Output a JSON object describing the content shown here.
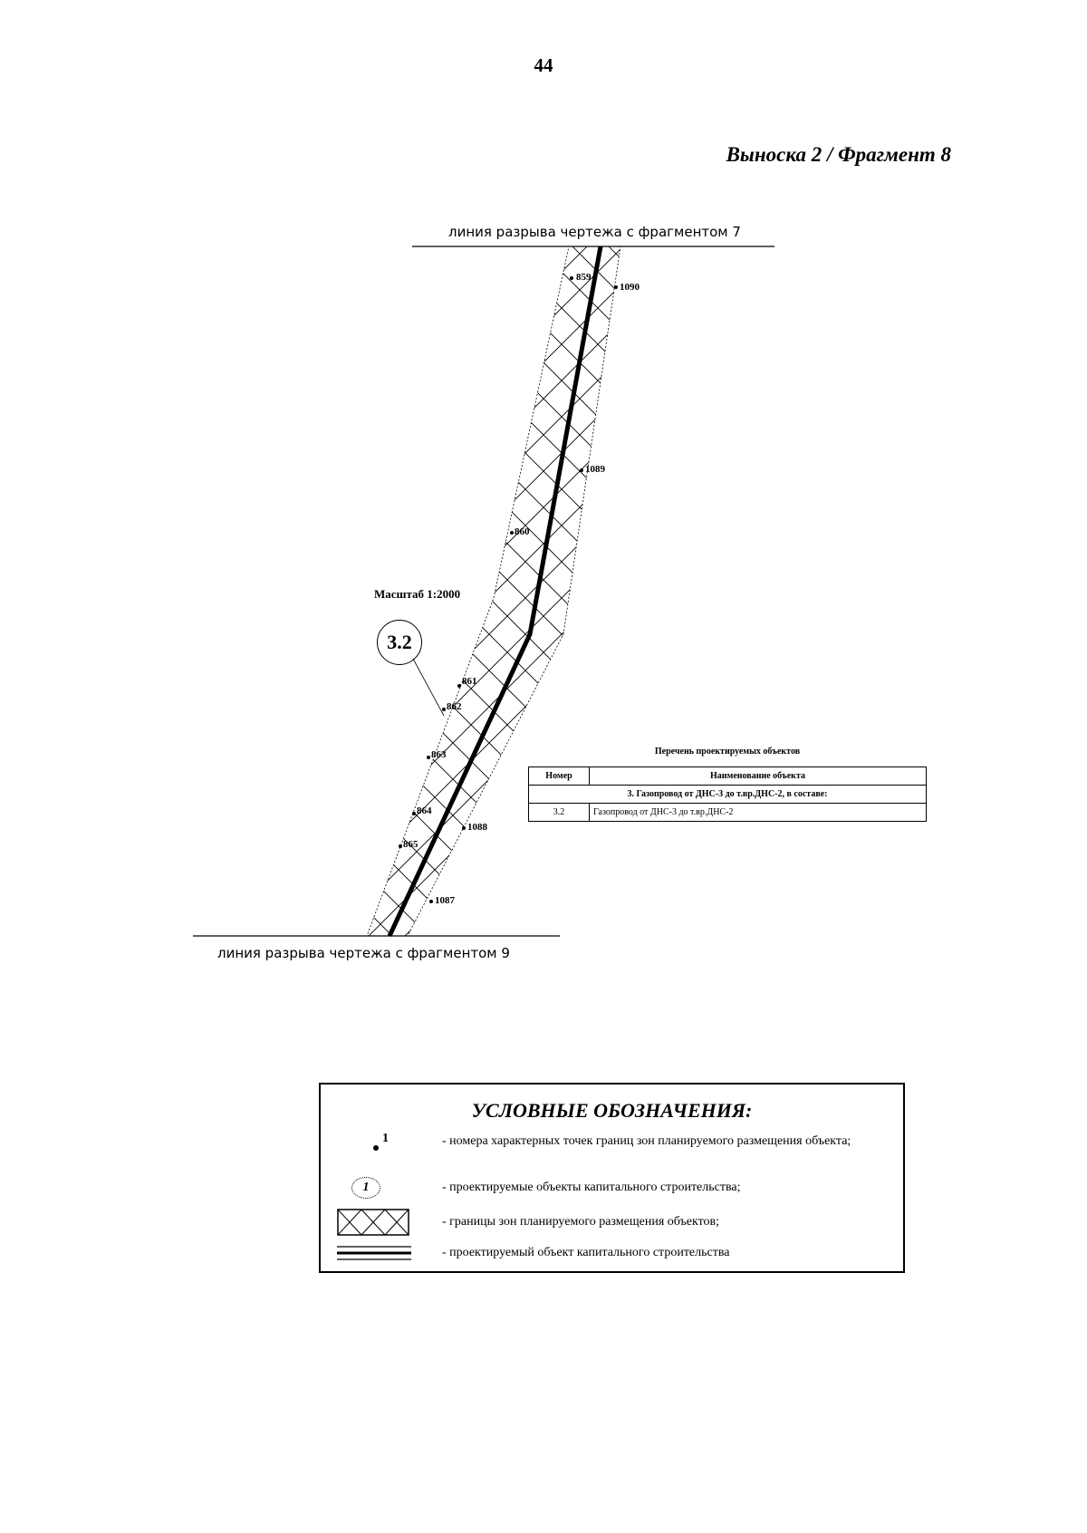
{
  "page": {
    "number": "44",
    "title": "Выноска 2 / Фрагмент 8"
  },
  "drawing": {
    "break_top": "линия разрыва чертежа с фрагментом 7",
    "break_bottom": "линия разрыва чертежа с фрагментом 9",
    "scale": "Масштаб 1:2000",
    "object_label": "3.2",
    "points_left": [
      "859",
      "860",
      "861",
      "862",
      "863",
      "864",
      "865"
    ],
    "points_right": [
      "1090",
      "1089",
      "1088",
      "1087"
    ]
  },
  "objects_table": {
    "title": "Перечень проектируемых объектов",
    "headers": [
      "Номер",
      "Наименование объекта"
    ],
    "group": "3. Газопровод от ДНС-3 до т.вр.ДНС-2, в составе:",
    "rows": [
      {
        "number": "3.2",
        "name": "Газопровод от ДНС-3 до т.вр.ДНС-2"
      }
    ]
  },
  "legend": {
    "title": "УСЛОВНЫЕ ОБОЗНАЧЕНИЯ:",
    "point_symbol": "1",
    "circle_symbol": "1",
    "items": [
      "- номера характерных точек границ зон планируемого размещения объекта;",
      "- проектируемые объекты капитального строительства;",
      "- границы зон планируемого размещения объектов;",
      "- проектируемый объект капитального строительства"
    ]
  },
  "colors": {
    "ink": "#000000",
    "paper": "#ffffff"
  }
}
